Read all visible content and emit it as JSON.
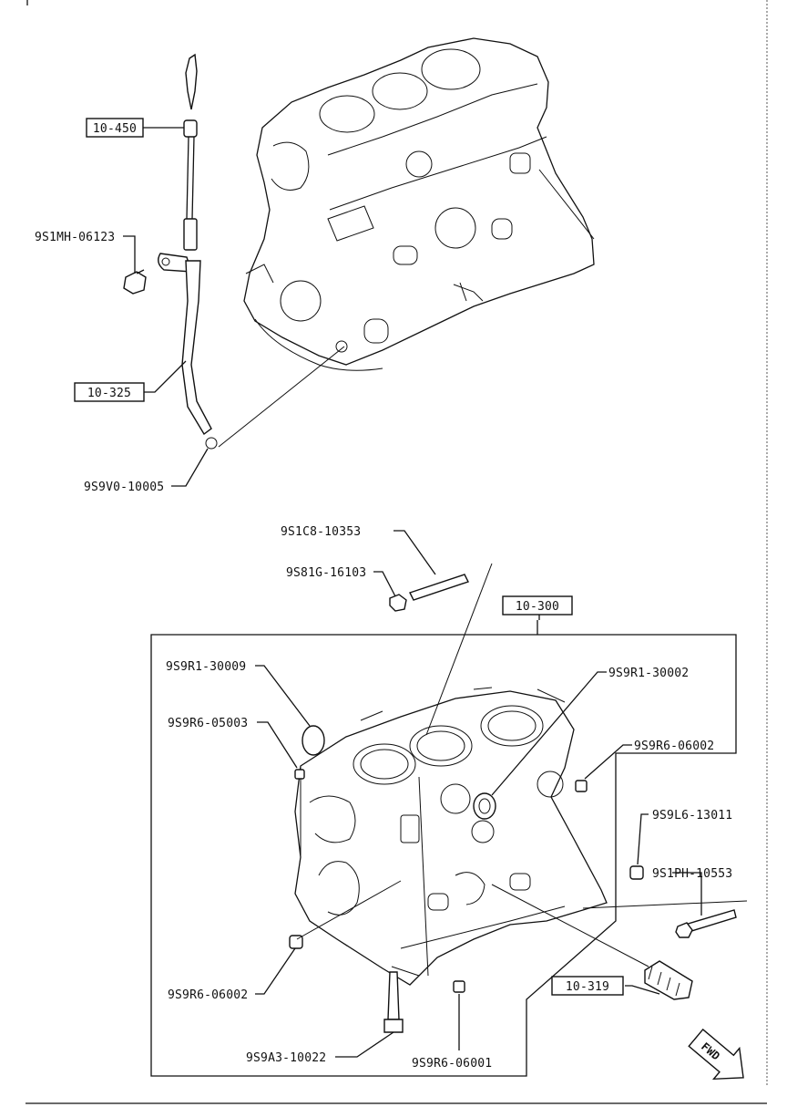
{
  "diagram": {
    "assembly_ref": "10-450",
    "dipstick_tube_ref": "10-325",
    "block_ref": "10-300",
    "oil_jet_ref": "10-319",
    "fwd_label": "FWD",
    "labels": {
      "bolt_upper": "9S1MH-06123",
      "o_ring": "9S9V0-10005",
      "stud": "9S1C8-10353",
      "nut": "9S81G-16103",
      "plug_cup_large": "9S9R1-30009",
      "plug_small_left": "9S9R6-05003",
      "seal_ring": "9S9R1-30002",
      "plug_right": "9S9R6-06002",
      "dowel": "9S9L6-13011",
      "bolt_long": "9S1PH-10553",
      "plug_lower_left": "9S9R6-06002",
      "bolt_lower": "9S9A3-10022",
      "plug_lower_mid": "9S9R6-06001"
    }
  }
}
